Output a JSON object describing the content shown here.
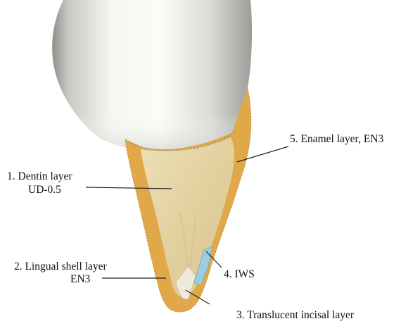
{
  "labels": {
    "dentin_line1": "1. Dentin layer",
    "dentin_line2": "UD-0.5",
    "lingual_line1": "2. Lingual shell layer",
    "lingual_line2": "EN3",
    "translucent": "3. Translucent incisal layer",
    "iws": "4. IWS",
    "enamel": "5. Enamel layer, EN3"
  },
  "colors": {
    "background": "#ffffff",
    "enamel_layer": "#e0a848",
    "dentin_layer": "#e4d3a4",
    "crown_light": "#f4f4f1",
    "crown_dark": "#a8a8a4",
    "translucent_layer": "#eeeadb",
    "iws": "#9fcde0",
    "leader_line": "#222222"
  }
}
